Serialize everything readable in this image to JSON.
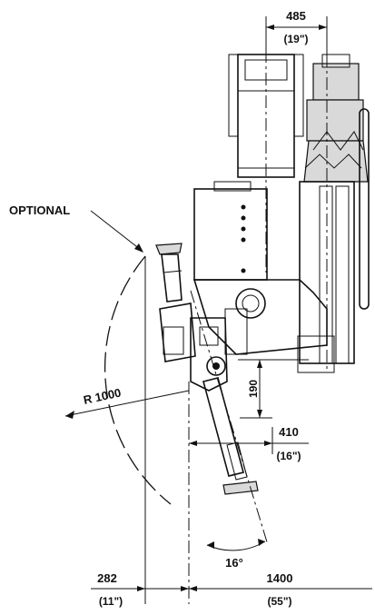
{
  "dimensions": {
    "top_width_mm": "485",
    "top_width_in": "(19\")",
    "optional_label": "OPTIONAL",
    "radius_label": "R 1000",
    "vertical_offset_mm": "190",
    "horizontal_offset_mm": "410",
    "horizontal_offset_in": "(16\")",
    "angle_label": "16°",
    "left_offset_mm": "282",
    "left_offset_in": "(11\")",
    "base_width_mm": "1400",
    "base_width_in": "(55\")"
  }
}
